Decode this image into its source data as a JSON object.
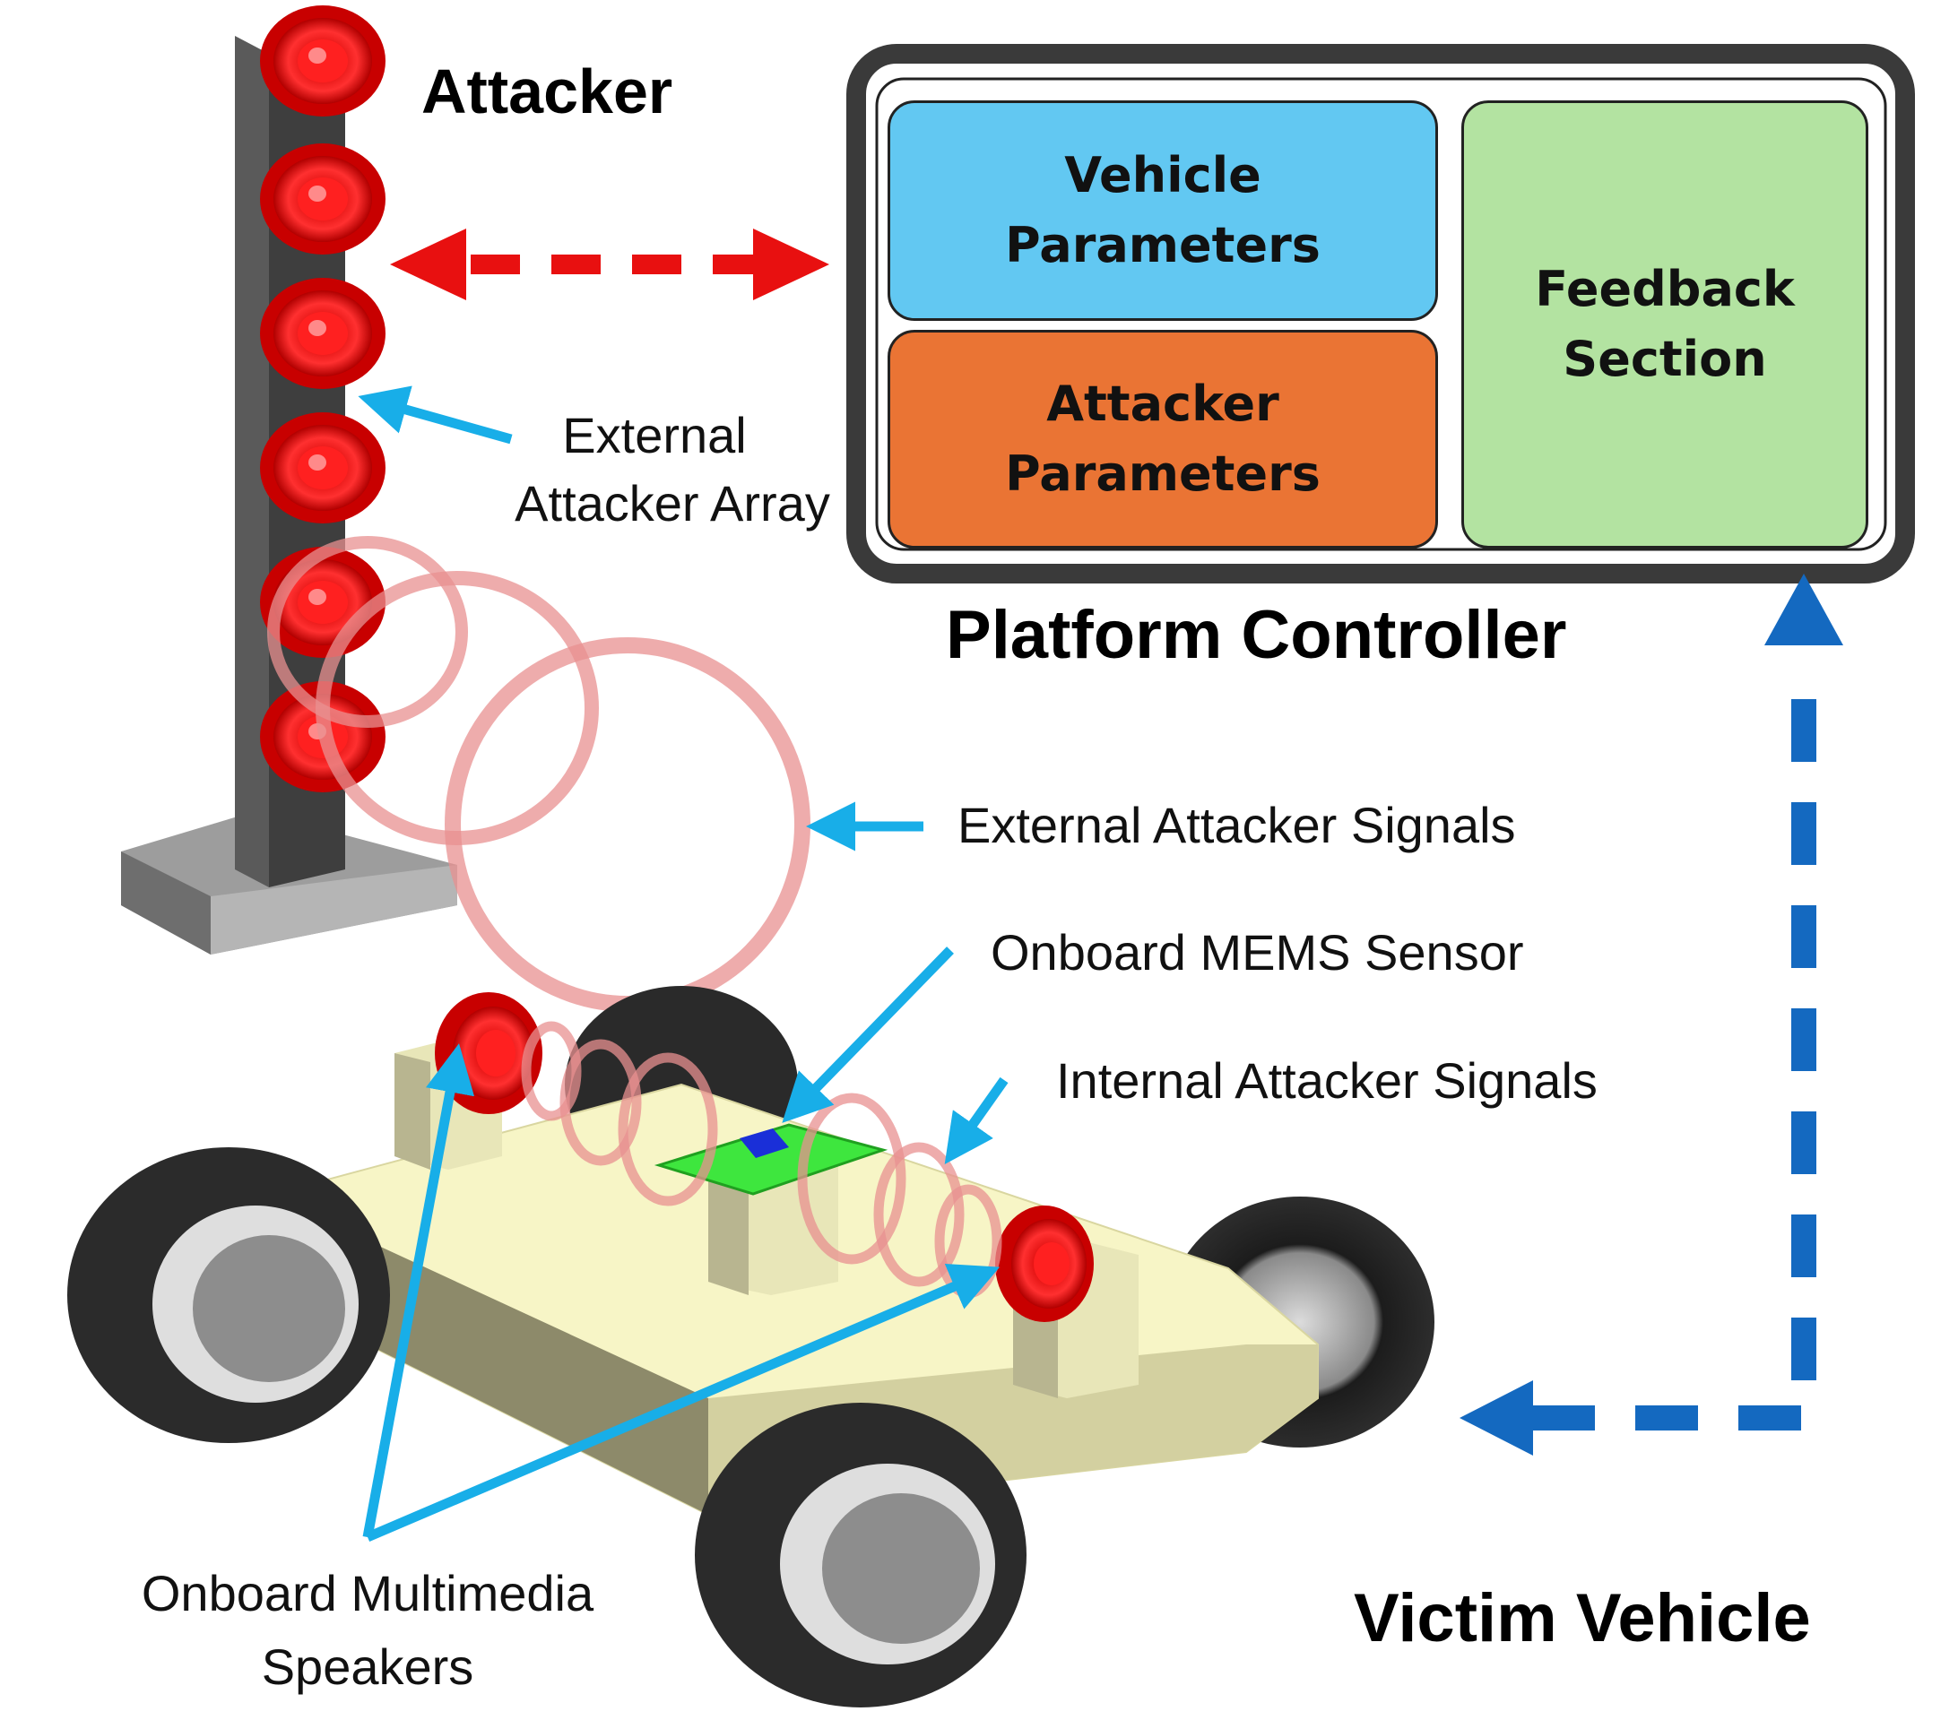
{
  "labels": {
    "attacker": "Attacker",
    "external_array": [
      "External",
      "Attacker Array"
    ],
    "platform_controller": "Platform Controller",
    "external_signals": "External Attacker Signals",
    "mems_sensor": "Onboard MEMS Sensor",
    "internal_signals": "Internal Attacker Signals",
    "speakers": [
      "Onboard Multimedia",
      "Speakers"
    ],
    "victim_vehicle": "Victim Vehicle"
  },
  "controller": {
    "vehicle_params": [
      "Vehicle",
      "Parameters"
    ],
    "attacker_params": [
      "Attacker",
      "Parameters"
    ],
    "feedback": [
      "Feedback",
      "Section"
    ]
  },
  "colors": {
    "vehicle_params": "#62c8f2",
    "attacker_params": "#ea7434",
    "feedback": "#b3e3a1",
    "speaker_red": "#e01010",
    "signal_ring": "#e89090",
    "callout_arrow": "#18aee8",
    "bidirectional_arrow": "#e81010",
    "feedback_arrow": "#1469c0",
    "vehicle_body": "#f7f5c6"
  }
}
